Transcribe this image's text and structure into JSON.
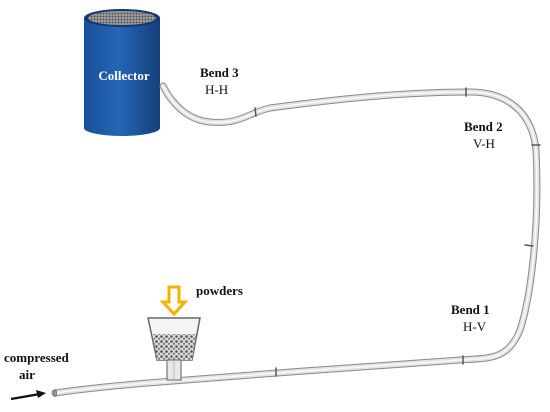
{
  "collector": {
    "label": "Collector"
  },
  "bends": [
    {
      "name": "Bend 3",
      "type": "H-H"
    },
    {
      "name": "Bend 2",
      "type": "V-H"
    },
    {
      "name": "Bend 1",
      "type": "H-V"
    }
  ],
  "feeder": {
    "label": "powders"
  },
  "inlet": {
    "line1": "compressed",
    "line2": "air"
  },
  "colors": {
    "collector": "#1f5aa6",
    "collector_dark": "#173f7a",
    "pipe": "#cfcfcf",
    "arrow": "#f0b400"
  }
}
